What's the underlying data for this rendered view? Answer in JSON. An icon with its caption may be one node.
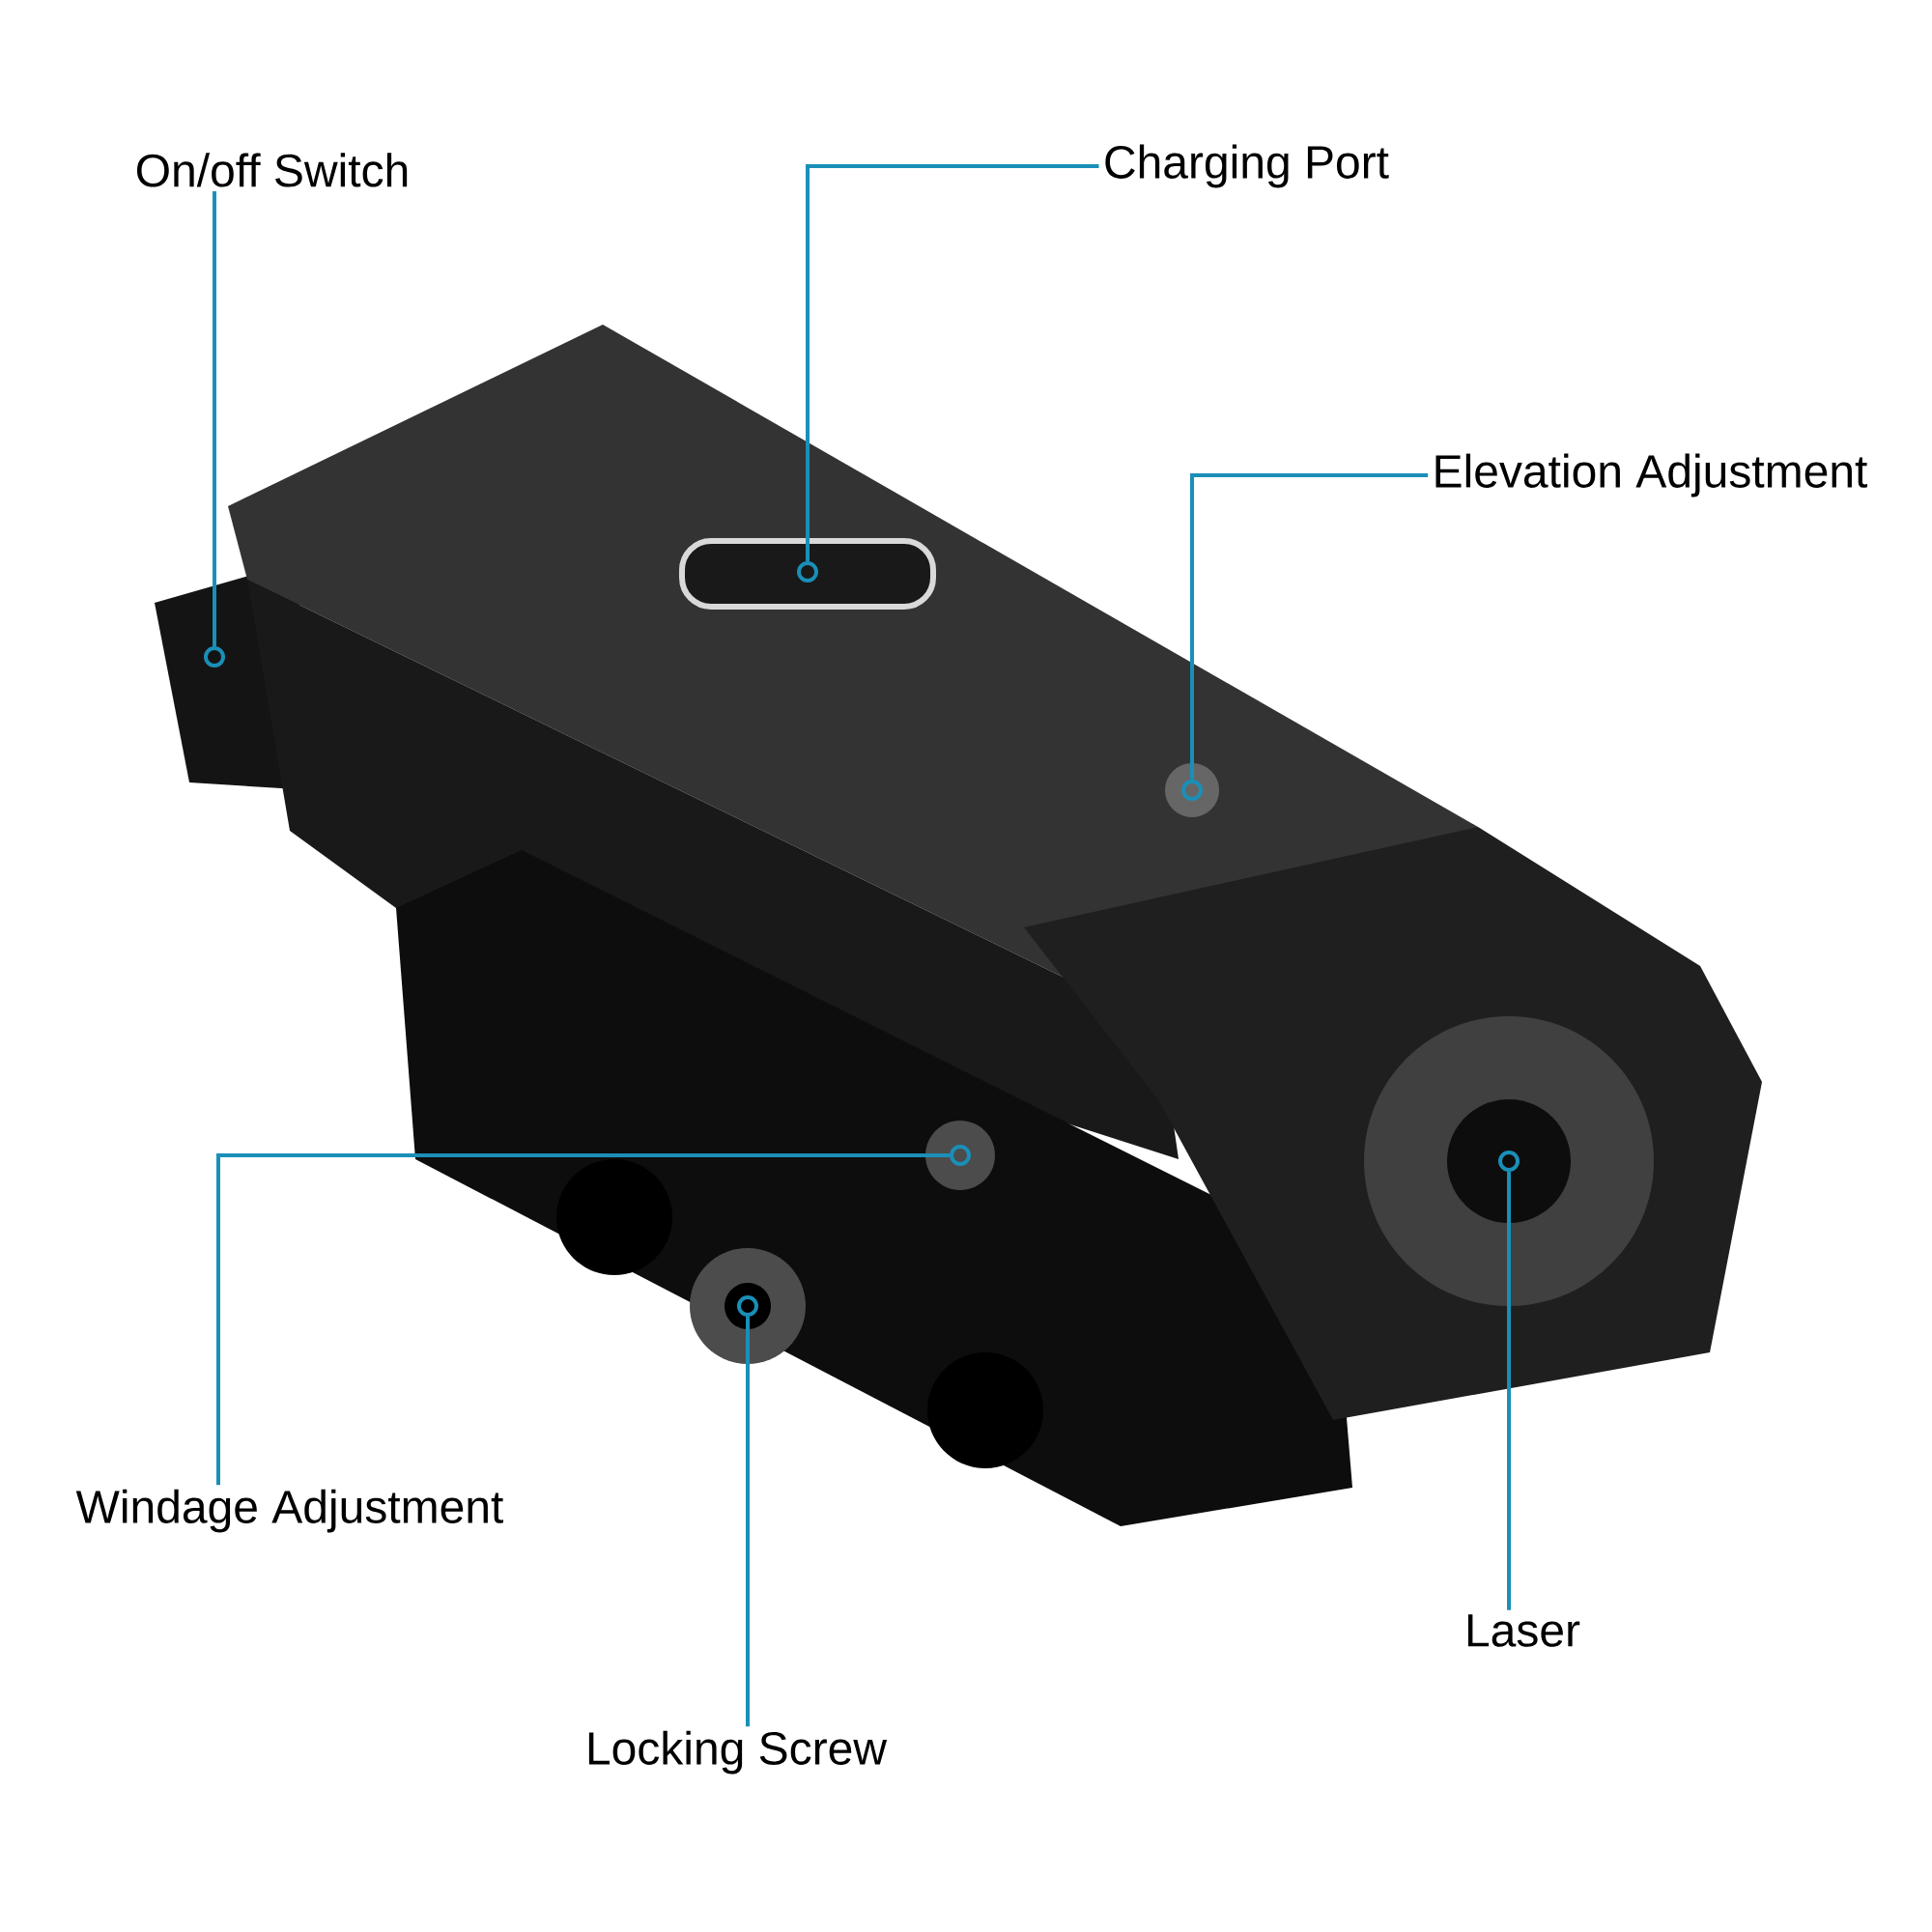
{
  "diagram": {
    "nodes": [
      {
        "text": [
          "On/off Switch"
        ]
      },
      {
        "text": [
          "Charging Port"
        ]
      },
      {
        "text": [
          "Elevation Adjustment"
        ]
      },
      {
        "text": [
          "Windage Adjustment"
        ]
      },
      {
        "text": [
          "Laser"
        ]
      },
      {
        "text": [
          "Locking Screw"
        ]
      },
      {
        "text": [],
        "shape": "circle"
      },
      {
        "text": [],
        "shape": "circle"
      },
      {
        "text": [],
        "shape": "circle"
      },
      {
        "text": [],
        "shape": "circle"
      },
      {
        "text": [],
        "shape": "circle"
      },
      {
        "text": [],
        "shape": "circle"
      }
    ],
    "edges": [
      {
        "from": 0,
        "to": 6,
        "arrow": "none"
      },
      {
        "from": 1,
        "to": 7,
        "arrow": "none"
      },
      {
        "from": 2,
        "to": 8,
        "arrow": "none"
      },
      {
        "from": 3,
        "to": 9,
        "arrow": "none"
      },
      {
        "from": 4,
        "to": 10,
        "arrow": "none"
      },
      {
        "from": 5,
        "to": 11,
        "arrow": "none"
      }
    ]
  }
}
